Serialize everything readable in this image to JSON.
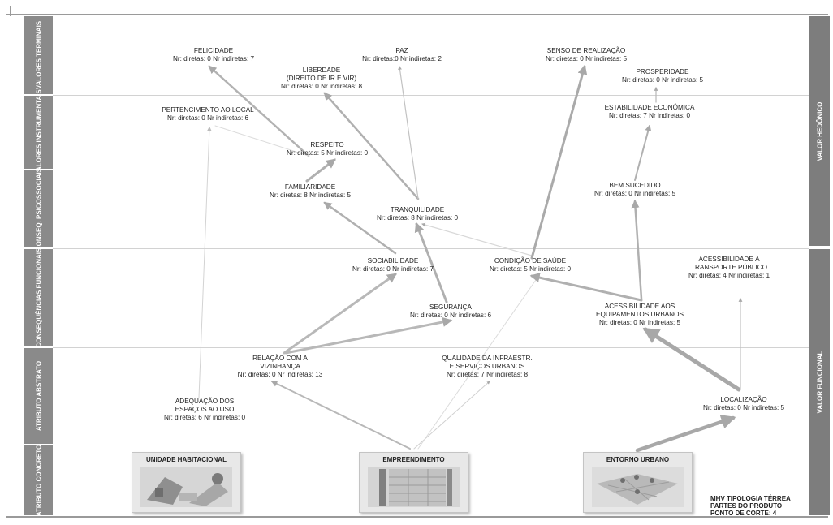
{
  "levels": [
    {
      "label": "VALORES TERMINAIS"
    },
    {
      "label": "VALORES INSTRUMENTAIS"
    },
    {
      "label": "CONSEQ. PSICOSSOCIAIS"
    },
    {
      "label": "CONSEQUÊNCIAS FUNCIONAIS"
    },
    {
      "label": "ATRIBUTO ABSTRATO"
    },
    {
      "label": "ATRIBUTO CONCRETO"
    }
  ],
  "right_labels": {
    "hedonic": "VALOR HEDÔNICO",
    "functional": "VALOR FUNCIONAL"
  },
  "nodes": {
    "felicidade": {
      "title": "FELICIDADE",
      "stats": "Nr: diretas: 0 Nr indiretas: 7"
    },
    "paz": {
      "title": "PAZ",
      "stats": "Nr: diretas:0 Nr indiretas: 2"
    },
    "senso": {
      "title": "SENSO DE REALIZAÇÃO",
      "stats": "Nr: diretas: 0  Nr indiretas: 5"
    },
    "liberdade": {
      "title": "LIBERDADE",
      "title2": "(DIREITO DE IR E VIR)",
      "stats": "Nr: diretas: 0 Nr indiretas: 8"
    },
    "prosperidade": {
      "title": "PROSPERIDADE",
      "stats": "Nr: diretas: 0 Nr indiretas: 5"
    },
    "pertencimento": {
      "title": "PERTENCIMENTO AO LOCAL",
      "stats": "Nr: diretas: 0 Nr indiretas: 6"
    },
    "estabilidade": {
      "title": "ESTABILIDADE ECONÔMICA",
      "stats": "Nr: diretas: 7 Nr indiretas: 0"
    },
    "respeito": {
      "title": "RESPEITO",
      "stats": "Nr: diretas: 5 Nr indiretas: 0"
    },
    "familiaridade": {
      "title": "FAMILIARIDADE",
      "stats": "Nr: diretas: 8  Nr indiretas: 5"
    },
    "bem_sucedido": {
      "title": "BEM SUCEDIDO",
      "stats": "Nr: diretas: 0 Nr indiretas: 5"
    },
    "tranquilidade": {
      "title": "TRANQUILIDADE",
      "stats": "Nr: diretas: 8  Nr indiretas: 0"
    },
    "sociabilidade": {
      "title": "SOCIABILIDADE",
      "stats": "Nr: diretas: 0  Nr indiretas: 7"
    },
    "saude": {
      "title": "CONDIÇÃO DE SAÚDE",
      "stats": "Nr: diretas: 5 Nr indiretas: 0"
    },
    "acess_transporte": {
      "title": "ACESSIBILIDADE À",
      "title2": "TRANSPORTE PÚBLICO",
      "stats": "Nr: diretas: 4 Nr indiretas: 1"
    },
    "seguranca": {
      "title": "SEGURANÇA",
      "stats": "Nr: diretas: 0 Nr indiretas: 6"
    },
    "acess_equip": {
      "title": "ACESSIBILIDADE AOS",
      "title2": "EQUIPAMENTOS URBANOS",
      "stats": "Nr: diretas: 0 Nr indiretas: 5"
    },
    "relacao": {
      "title": "RELAÇÃO COM A",
      "title2": "VIZINHANÇA",
      "stats": "Nr: diretas: 0  Nr indiretas: 13"
    },
    "qualidade": {
      "title": "QUALIDADE DA INFRAESTR.",
      "title2": "E SERVIÇOS URBANOS",
      "stats": "Nr: diretas: 7 Nr indiretas: 8"
    },
    "adequacao": {
      "title": "ADEQUAÇÃO DOS",
      "title2": "ESPAÇOS AO USO",
      "stats": "Nr: diretas: 6 Nr indiretas: 0"
    },
    "localizacao": {
      "title": "LOCALIZAÇÃO",
      "stats": "Nr: diretas: 0 Nr indiretas: 5"
    }
  },
  "products": {
    "unidade": "UNIDADE  HABITACIONAL",
    "empreendimento": "EMPREENDIMENTO",
    "entorno": "ENTORNO URBANO"
  },
  "footnote": {
    "line1": "MHV TIPOLOGIA TÉRREA",
    "line2": "PARTES DO PRODUTO",
    "line3": "PONTO DE CORTE:  4"
  }
}
